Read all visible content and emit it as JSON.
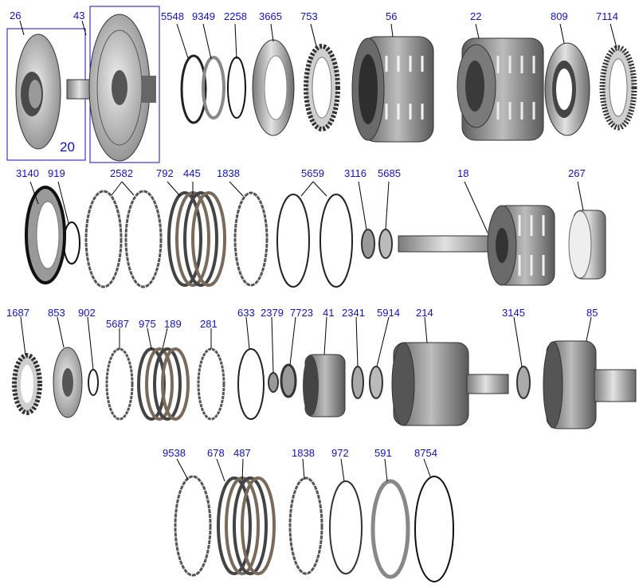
{
  "callouts": {
    "c26": "26",
    "c43": "43",
    "c20": "20",
    "c5548": "5548",
    "c9349": "9349",
    "c2258": "2258",
    "c3665": "3665",
    "c753": "753",
    "c56": "56",
    "c22": "22",
    "c809": "809",
    "c7114": "7114",
    "c3140": "3140",
    "c919": "919",
    "c2582": "2582",
    "c792": "792",
    "c445": "445",
    "c1838a": "1838",
    "c5659": "5659",
    "c3116": "3116",
    "c5685": "5685",
    "c18": "18",
    "c267": "267",
    "c1687": "1687",
    "c853": "853",
    "c902": "902",
    "c5687": "5687",
    "c975": "975",
    "c189": "189",
    "c281": "281",
    "c633": "633",
    "c2379": "2379",
    "c7723": "7723",
    "c41": "41",
    "c2341": "2341",
    "c5914": "5914",
    "c214": "214",
    "c3145": "3145",
    "c85": "85",
    "c9538": "9538",
    "c678": "678",
    "c487": "487",
    "c1838b": "1838",
    "c972": "972",
    "c591": "591",
    "c8754": "8754"
  },
  "colors": {
    "callout_text": "#1010c8",
    "assembly_box": "#1010c8",
    "metal_light": "#d4d4d4",
    "metal_mid": "#a8a8a8",
    "metal_dark": "#5a5a5a",
    "friction_brown": "#8a7a6a"
  }
}
